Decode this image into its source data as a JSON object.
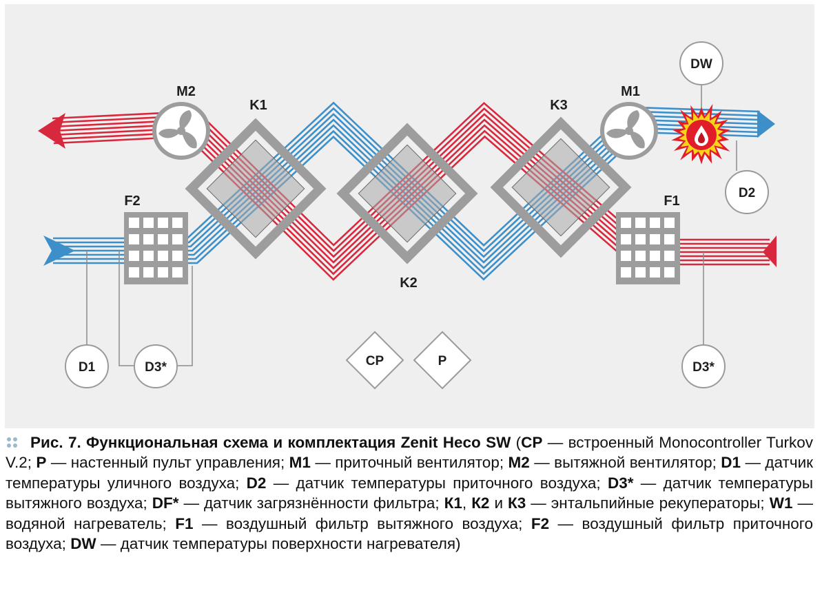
{
  "diagram": {
    "colors": {
      "background": "#efefef",
      "exhaust_red": "#d8283d",
      "supply_blue": "#3d8fc9",
      "unit_gray": "#9d9d9d",
      "line_gray": "#8b8b8b",
      "node_stroke": "#9a9a9a",
      "flame_red": "#e11d2a",
      "flame_yellow": "#f7d417"
    },
    "icons": [
      "fan-icon",
      "filter-grid-icon",
      "heater-flame-icon",
      "water-drop-icon"
    ],
    "labels": {
      "m2": "M2",
      "k1": "K1",
      "k2": "K2",
      "k3": "K3",
      "m1": "M1",
      "f2": "F2",
      "f1": "F1",
      "dw": "DW",
      "d2": "D2",
      "d1": "D1",
      "d3_left": "D3*",
      "d3_right": "D3*",
      "cp": "CP",
      "p": "P"
    }
  },
  "caption": {
    "title": "Рис. 7. Функциональная схема и комплектация Zenit Heco SW",
    "parts": [
      {
        "t": " (",
        "b": false
      },
      {
        "t": "CP",
        "b": true
      },
      {
        "t": " — встроенный Monocontroller Turkov V.2; ",
        "b": false
      },
      {
        "t": "P",
        "b": true
      },
      {
        "t": " — настенный пульт управления; ",
        "b": false
      },
      {
        "t": "M1",
        "b": true
      },
      {
        "t": " — приточный вентилятор; ",
        "b": false
      },
      {
        "t": "M2",
        "b": true
      },
      {
        "t": " — вытяжной вентилятор; ",
        "b": false
      },
      {
        "t": "D1",
        "b": true
      },
      {
        "t": " — датчик температуры уличного воздуха; ",
        "b": false
      },
      {
        "t": "D2",
        "b": true
      },
      {
        "t": " — датчик температуры приточного воздуха; ",
        "b": false
      },
      {
        "t": "D3*",
        "b": true
      },
      {
        "t": " — датчик температуры вытяжного воздуха; ",
        "b": false
      },
      {
        "t": "DF*",
        "b": true
      },
      {
        "t": " — датчик загрязнённости фильтра; ",
        "b": false
      },
      {
        "t": "К1",
        "b": true
      },
      {
        "t": ", ",
        "b": false
      },
      {
        "t": "К2",
        "b": true
      },
      {
        "t": " и ",
        "b": false
      },
      {
        "t": "К3",
        "b": true
      },
      {
        "t": " — энтальпийные рекуператоры; ",
        "b": false
      },
      {
        "t": "W1",
        "b": true
      },
      {
        "t": " — водяной нагреватель; ",
        "b": false
      },
      {
        "t": "F1",
        "b": true
      },
      {
        "t": " — воздушный фильтр вытяжного воздуха; ",
        "b": false
      },
      {
        "t": "F2",
        "b": true
      },
      {
        "t": " — воздушный фильтр приточного воздуха; ",
        "b": false
      },
      {
        "t": "DW",
        "b": true
      },
      {
        "t": " — датчик температуры поверхности нагревателя)",
        "b": false
      }
    ]
  }
}
